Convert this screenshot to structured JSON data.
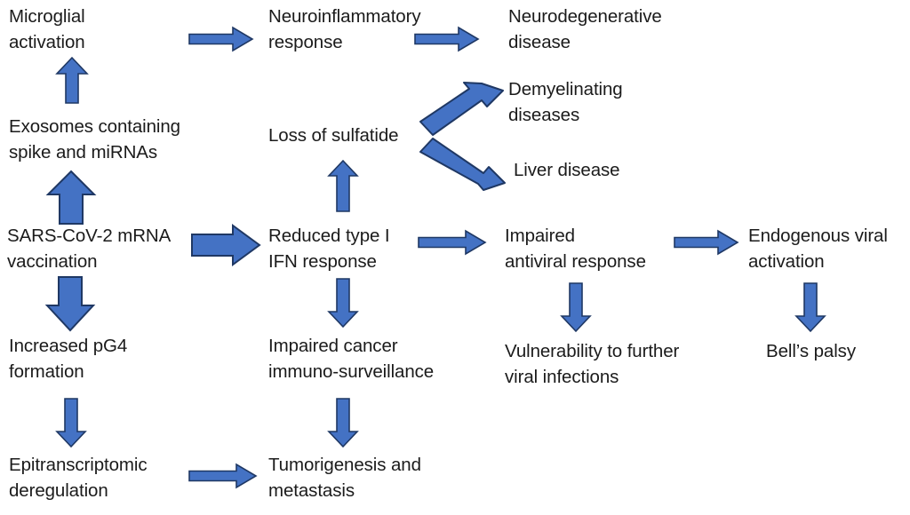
{
  "diagram": {
    "title": "SARS-CoV-2 mRNA vaccination adverse pathway flow diagram",
    "colors": {
      "arrow_fill": "#4472C4",
      "arrow_stroke": "#1F3864",
      "text": "#1b1b1b",
      "background": "#ffffff"
    },
    "nodes": [
      {
        "id": "microglial-activation",
        "label": "Microglial\nactivation"
      },
      {
        "id": "neuroinflammatory-response",
        "label": "Neuroinflammatory\nresponse"
      },
      {
        "id": "neurodegenerative-disease",
        "label": "Neurodegenerative\ndisease"
      },
      {
        "id": "exosomes-containing-spike-and-mirnas",
        "label": "Exosomes containing\nspike and miRNAs"
      },
      {
        "id": "loss-of-sulfatide",
        "label": "Loss of sulfatide"
      },
      {
        "id": "demyelinating-diseases",
        "label": "Demyelinating\ndiseases"
      },
      {
        "id": "liver-disease",
        "label": "Liver disease"
      },
      {
        "id": "sars-cov-2-mrna-vaccination",
        "label": "SARS-CoV-2 mRNA\nvaccination"
      },
      {
        "id": "reduced-type-i-ifn-response",
        "label": "Reduced type I\nIFN response"
      },
      {
        "id": "impaired-antiviral-response",
        "label": "Impaired\nantiviral response"
      },
      {
        "id": "endogenous-viral-activation",
        "label": "Endogenous viral\nactivation"
      },
      {
        "id": "increased-pg4-formation",
        "label": "Increased pG4\nformation"
      },
      {
        "id": "impaired-cancer-immuno-surveillance",
        "label": "Impaired cancer\nimmuno-surveillance"
      },
      {
        "id": "vulnerability-to-further-viral-infections",
        "label": "Vulnerability to further\nviral infections"
      },
      {
        "id": "bells-palsy",
        "label": "Bell’s palsy"
      },
      {
        "id": "epitranscriptomic-deregulation",
        "label": "Epitranscriptomic\nderegulation"
      },
      {
        "id": "tumorigenesis-and-metastasis",
        "label": "Tumorigenesis and\nmetastasis"
      }
    ],
    "edges": [
      {
        "id": "microglial-activation-to-neuroinflammatory-response",
        "from": "microglial-activation",
        "to": "neuroinflammatory-response",
        "direction": "right"
      },
      {
        "id": "neuroinflammatory-response-to-neurodegenerative-disease",
        "from": "neuroinflammatory-response",
        "to": "neurodegenerative-disease",
        "direction": "right"
      },
      {
        "id": "exosomes-to-microglial-activation",
        "from": "exosomes-containing-spike-and-mirnas",
        "to": "microglial-activation",
        "direction": "up"
      },
      {
        "id": "vaccination-to-exosomes",
        "from": "sars-cov-2-mrna-vaccination",
        "to": "exosomes-containing-spike-and-mirnas",
        "direction": "up"
      },
      {
        "id": "vaccination-to-reduced-type-i-ifn-response",
        "from": "sars-cov-2-mrna-vaccination",
        "to": "reduced-type-i-ifn-response",
        "direction": "right"
      },
      {
        "id": "vaccination-to-increased-pg4-formation",
        "from": "sars-cov-2-mrna-vaccination",
        "to": "increased-pg4-formation",
        "direction": "down"
      },
      {
        "id": "reduced-ifn-to-loss-of-sulfatide",
        "from": "reduced-type-i-ifn-response",
        "to": "loss-of-sulfatide",
        "direction": "up"
      },
      {
        "id": "loss-of-sulfatide-to-demyelinating-diseases",
        "from": "loss-of-sulfatide",
        "to": "demyelinating-diseases",
        "direction": "up-right"
      },
      {
        "id": "loss-of-sulfatide-to-liver-disease",
        "from": "loss-of-sulfatide",
        "to": "liver-disease",
        "direction": "down-right"
      },
      {
        "id": "reduced-ifn-to-impaired-antiviral-response",
        "from": "reduced-type-i-ifn-response",
        "to": "impaired-antiviral-response",
        "direction": "right"
      },
      {
        "id": "impaired-antiviral-to-endogenous-viral-activation",
        "from": "impaired-antiviral-response",
        "to": "endogenous-viral-activation",
        "direction": "right"
      },
      {
        "id": "reduced-ifn-to-impaired-cancer-immuno-surveillance",
        "from": "reduced-type-i-ifn-response",
        "to": "impaired-cancer-immuno-surveillance",
        "direction": "down"
      },
      {
        "id": "impaired-antiviral-to-vulnerability",
        "from": "impaired-antiviral-response",
        "to": "vulnerability-to-further-viral-infections",
        "direction": "down"
      },
      {
        "id": "endogenous-viral-activation-to-bells-palsy",
        "from": "endogenous-viral-activation",
        "to": "bells-palsy",
        "direction": "down"
      },
      {
        "id": "increased-pg4-to-epitranscriptomic-deregulation",
        "from": "increased-pg4-formation",
        "to": "epitranscriptomic-deregulation",
        "direction": "down"
      },
      {
        "id": "impaired-cancer-to-tumorigenesis",
        "from": "impaired-cancer-immuno-surveillance",
        "to": "tumorigenesis-and-metastasis",
        "direction": "down"
      },
      {
        "id": "epitranscriptomic-to-tumorigenesis",
        "from": "epitranscriptomic-deregulation",
        "to": "tumorigenesis-and-metastasis",
        "direction": "right"
      }
    ]
  }
}
